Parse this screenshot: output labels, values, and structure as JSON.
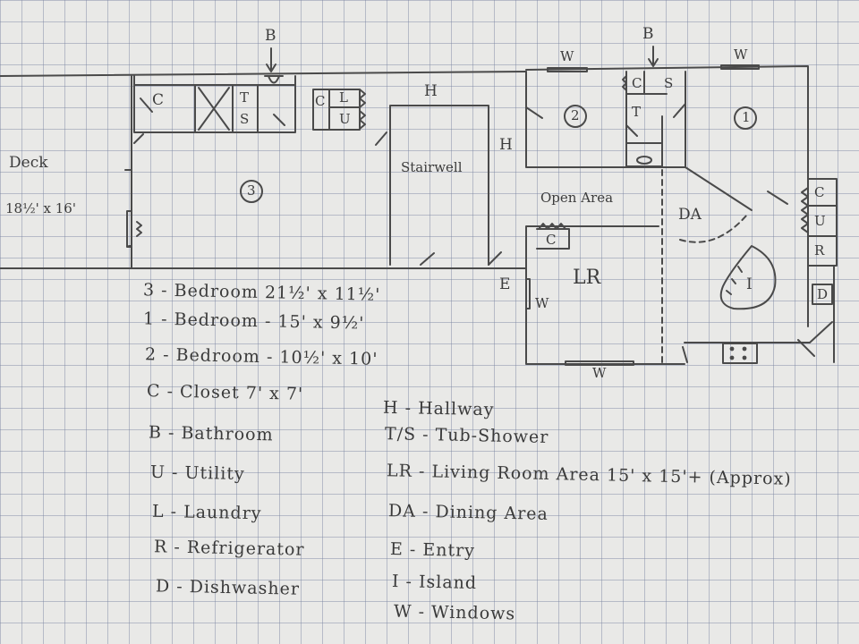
{
  "rooms": {
    "deck_title": "Deck",
    "deck_size": "18½' x 16'",
    "closet_a": "C",
    "tub_top": "T",
    "tub_bottom": "S",
    "closet_b": "C",
    "laundry": "L",
    "utility": "U",
    "hallway_top": "H",
    "stairwell": "Stairwell",
    "hallway_side": "H",
    "bedroom_3": "3",
    "bath_left": "B",
    "bath_right": "B",
    "window_top_left": "W",
    "window_top_right": "W",
    "closet_c": "C",
    "shower_s": "S",
    "tub_t": "T",
    "bedroom_2": "2",
    "bedroom_1": "1",
    "open_area": "Open Area",
    "dining": "DA",
    "closet_d": "C",
    "utility_right": "U",
    "fridge": "R",
    "dishwasher": "D",
    "island": "I",
    "closet_lr": "C",
    "entry": "E",
    "window_entry": "W",
    "living_room": "LR",
    "window_bottom": "W"
  },
  "legend": {
    "l1": "3 - Bedroom 21½' x 11½'",
    "l2": "1 - Bedroom - 15' x 9½'",
    "l3": "2 - Bedroom - 10½' x 10'",
    "l4": "C - Closet 7' x 7'",
    "l5": "B - Bathroom",
    "l6": "U - Utility",
    "l7": "L - Laundry",
    "l8": "R - Refrigerator",
    "l9": "D - Dishwasher",
    "r1": "H - Hallway",
    "r2": "T/S - Tub-Shower",
    "r3": "LR - Living Room Area 15' x 15'+ (Approx)",
    "r4": "DA - Dining Area",
    "r5": "E - Entry",
    "r6": "I - Island",
    "r7": "W - Windows"
  }
}
